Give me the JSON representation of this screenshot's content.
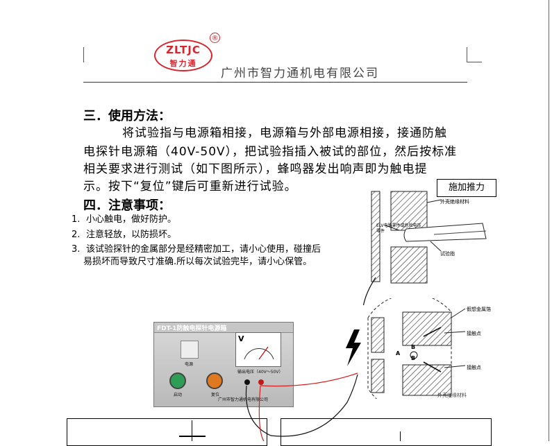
{
  "header": {
    "logo_text": "ZLTJC",
    "logo_sub": "智力通",
    "logo_reg": "®",
    "company": "广州市智力通机电有限公司"
  },
  "section3": {
    "title": "三．使用方法：",
    "lines": [
      "将试验指与电源箱相接，电源箱与外部电源相接，接通防触",
      "电探针电源箱（40V-50V），把试验指插入被试的部位，然后按标准",
      "相关要求进行测试（如下图所示），蜂鸣器发出响声即为触电提",
      "示。按下“复位”键后可重新进行试验。"
    ]
  },
  "section4": {
    "title": "四．注意事项：",
    "items": [
      {
        "num": "1.",
        "text": "小心触电，做好防护。"
      },
      {
        "num": "2.",
        "text": "注意轻放，以防损坏。"
      },
      {
        "num": "3.",
        "text": "该试验探针的金属部分是经精密加工，请小心使用，碰撞后"
      }
    ],
    "item3_cont": "易损坏而导致尺寸准确.所以每次试验完毕，请小心保管。"
  },
  "diagram": {
    "push_label": "施加推力",
    "label_outer": "外壳绝缘材料",
    "label_live": "ELV电路零件或危险电压零件",
    "label_finger": "试验指",
    "label_foil": "假想金属箔",
    "label_contact1": "接触点",
    "label_contact2": "接触点",
    "label_a": "A",
    "label_b1": "B",
    "label_b2": "B",
    "label_bottom": "外壳绝缘材料"
  },
  "device": {
    "title": "FDT-1防触电探针电源箱",
    "power": "电源",
    "start": "启动",
    "reset": "复位",
    "output": "输出电压（40V～50V）",
    "maker": "广州市智力通机电有限公司",
    "meter_label": "V",
    "colors": {
      "start_button": "#2e9e57",
      "reset_button": "#e07820",
      "probe_red": "#d91c1c"
    }
  }
}
